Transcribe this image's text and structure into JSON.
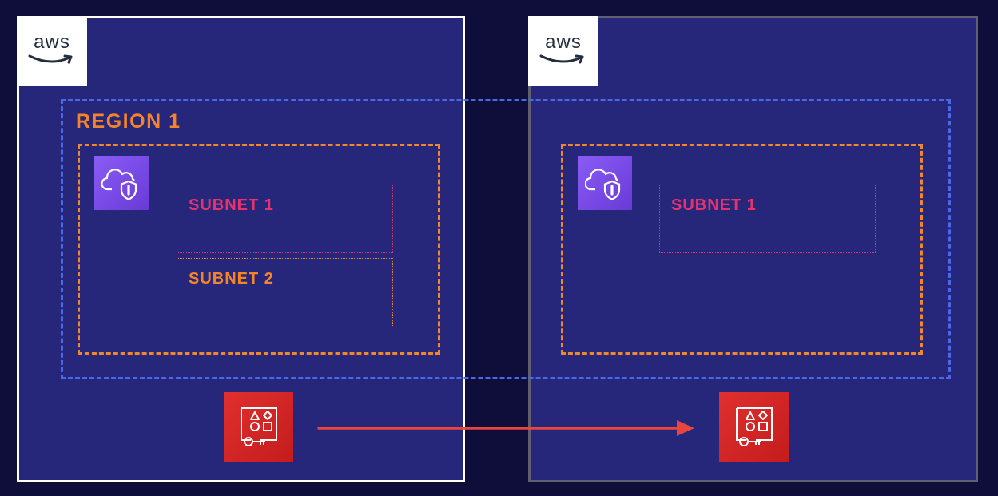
{
  "accounts": [
    {
      "logo_text": "aws"
    },
    {
      "logo_text": "aws"
    }
  ],
  "region": {
    "label": "REGION 1"
  },
  "vpcs": [
    {
      "icon": "vpc-shield-cloud-icon",
      "subnets": [
        {
          "label": "SUBNET 1"
        },
        {
          "label": "SUBNET 2"
        }
      ]
    },
    {
      "icon": "vpc-shield-cloud-icon",
      "subnets": [
        {
          "label": "SUBNET 1"
        }
      ]
    }
  ],
  "services": [
    {
      "icon": "kms-key-icon"
    },
    {
      "icon": "kms-key-icon"
    }
  ],
  "colors": {
    "background": "#0f0d3a",
    "account_fill": "#26267a",
    "region_border": "#4a68e8",
    "vpc_border": "#f0882b",
    "subnet_pink": "#e7336b",
    "subnet_orange": "#f58426",
    "arrow": "#e8453c"
  }
}
